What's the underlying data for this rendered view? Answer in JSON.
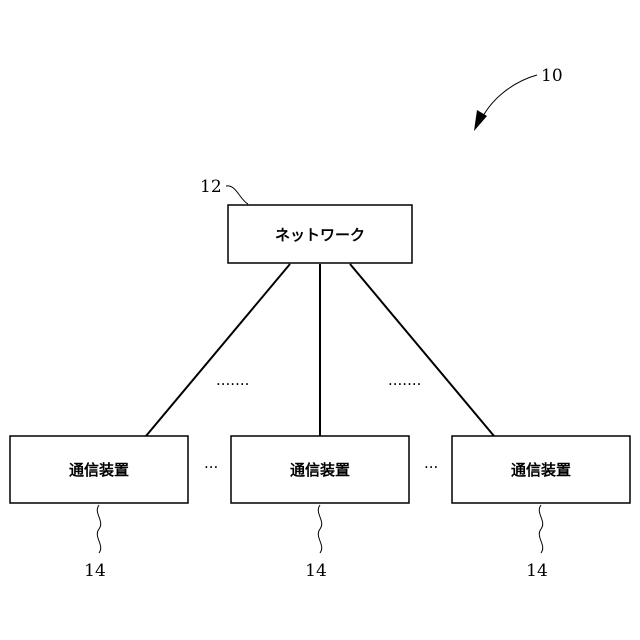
{
  "figure": {
    "system_ref": "10",
    "network": {
      "label": "ネットワーク",
      "ref": "12"
    },
    "devices": [
      {
        "label": "通信装置",
        "ref": "14"
      },
      {
        "label": "通信装置",
        "ref": "14"
      },
      {
        "label": "通信装置",
        "ref": "14"
      }
    ],
    "ellipsis_long": ".......",
    "ellipsis_short": "..."
  }
}
